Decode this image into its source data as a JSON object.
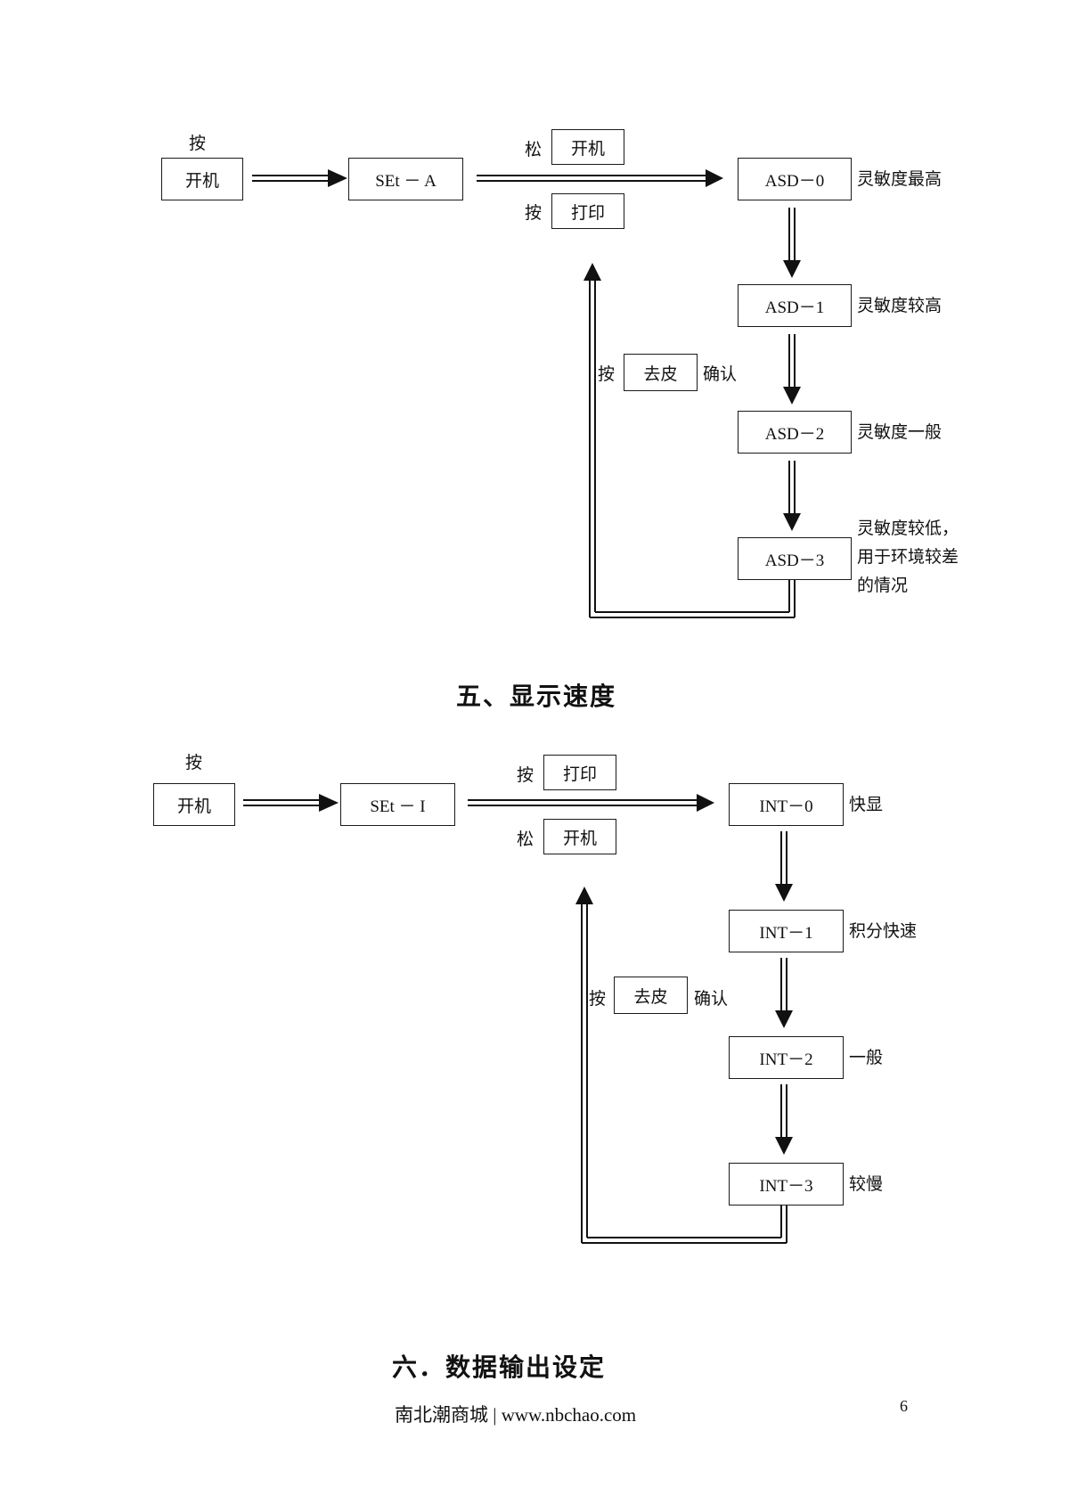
{
  "diagram1": {
    "press_label": "按",
    "power_key": "开机",
    "set_node": "SEt － A",
    "release_label": "松",
    "release_key": "开机",
    "press_label_2": "按",
    "print_key": "打印",
    "states": [
      {
        "code": "ASD－0",
        "desc": "灵敏度最高"
      },
      {
        "code": "ASD－1",
        "desc": "灵敏度较高"
      },
      {
        "code": "ASD－2",
        "desc": "灵敏度一般"
      },
      {
        "code": "ASD－3",
        "desc": "灵敏度较低，用于环境较差的情况"
      }
    ],
    "confirm": {
      "press": "按",
      "key": "去皮",
      "after": "确认"
    }
  },
  "section5": {
    "title": "五、显示速度"
  },
  "diagram2": {
    "press_label": "按",
    "power_key": "开机",
    "set_node": "SEt － I",
    "press_label_2": "按",
    "print_key": "打印",
    "release_label": "松",
    "release_key": "开机",
    "states": [
      {
        "code": "INT－0",
        "desc": "快显"
      },
      {
        "code": "INT－1",
        "desc": "积分快速"
      },
      {
        "code": "INT－2",
        "desc": "一般"
      },
      {
        "code": "INT－3",
        "desc": "较慢"
      }
    ],
    "confirm": {
      "press": "按",
      "key": "去皮",
      "after": "确认"
    }
  },
  "section6": {
    "title": "六．数据输出设定"
  },
  "footer": {
    "site": "南北潮商城 | www.nbchao.com",
    "page_number": "6"
  }
}
